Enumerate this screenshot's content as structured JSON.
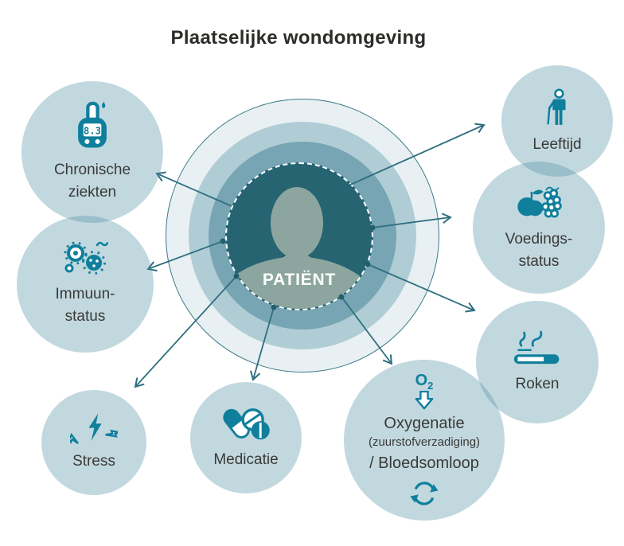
{
  "title": "Plaatselijke wondomgeving",
  "patient_label": "PATIËNT",
  "bubbles": {
    "chronische": {
      "label": "Chronische\nziekten",
      "icon": "glucose-meter-icon",
      "meter_reading": "8.3"
    },
    "immuun": {
      "label": "Immuun-\nstatus",
      "icon": "microbes-icon"
    },
    "stress": {
      "label": "Stress",
      "icon": "lightning-bolts-icon"
    },
    "medicatie": {
      "label": "Medicatie",
      "icon": "pills-icon"
    },
    "oxygenatie": {
      "o2_symbol": "O",
      "o2_subscript": "2",
      "label": "Oxygenatie",
      "sublabel": "(zuurstofverzadiging)",
      "label2": "/ Bloedsomloop",
      "icon_top": "o2-down-arrow-icon",
      "icon_bottom": "circulation-icon"
    },
    "roken": {
      "label": "Roken",
      "icon": "cigarette-icon"
    },
    "voedings": {
      "label": "Voedings-\nstatus",
      "icon": "apple-grapes-icon"
    },
    "leeftijd": {
      "label": "Leeftijd",
      "icon": "elderly-person-icon"
    }
  },
  "colors": {
    "icon_teal": "#0f7f9c",
    "arrow_teal": "#2e6f7f",
    "ring_outer": "#e9f0f3",
    "ring_mid": "#b0cdd6",
    "ring_inner": "#78a5b3",
    "core_dark": "#266472",
    "silhouette": "#8ca69f",
    "bubble_fill": "rgba(80,144,164,0.35)",
    "text_dark": "#3a3a38"
  }
}
